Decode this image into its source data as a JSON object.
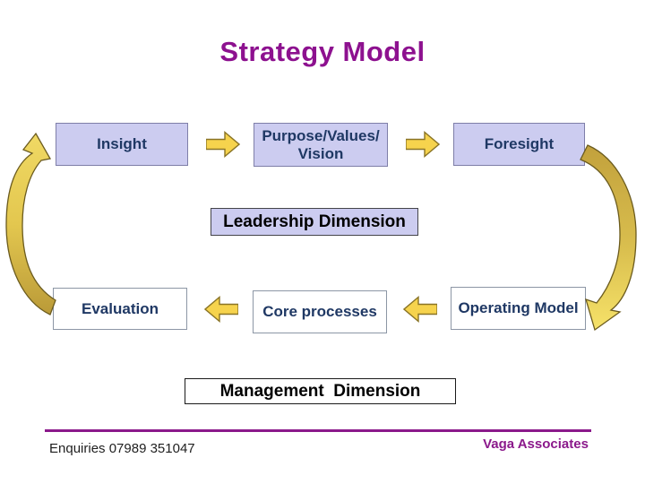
{
  "title": "Strategy Model",
  "flow": {
    "top": {
      "insight": "Insight",
      "purpose_values_vision": "Purpose/Values/ Vision",
      "foresight": "Foresight"
    },
    "bottom": {
      "evaluation": "Evaluation",
      "core_processes": "Core processes",
      "operating_model": "Operating Model"
    },
    "dimensions": {
      "leadership": "Leadership Dimension",
      "management": "Management  Dimension"
    }
  },
  "footer": {
    "enquiries": "Enquiries 07989 351047",
    "brand": "Vaga Associates"
  },
  "colors": {
    "title_purple": "#8D118F",
    "box_fill_lavender": "#CCCCF0",
    "box_text_navy": "#1F3864",
    "flow_arrow_yellow": "#F6D34D",
    "cycle_arrow_light": "#F0D964",
    "cycle_arrow_dark": "#BA9A38",
    "footer_line_purple": "#8B198B"
  }
}
